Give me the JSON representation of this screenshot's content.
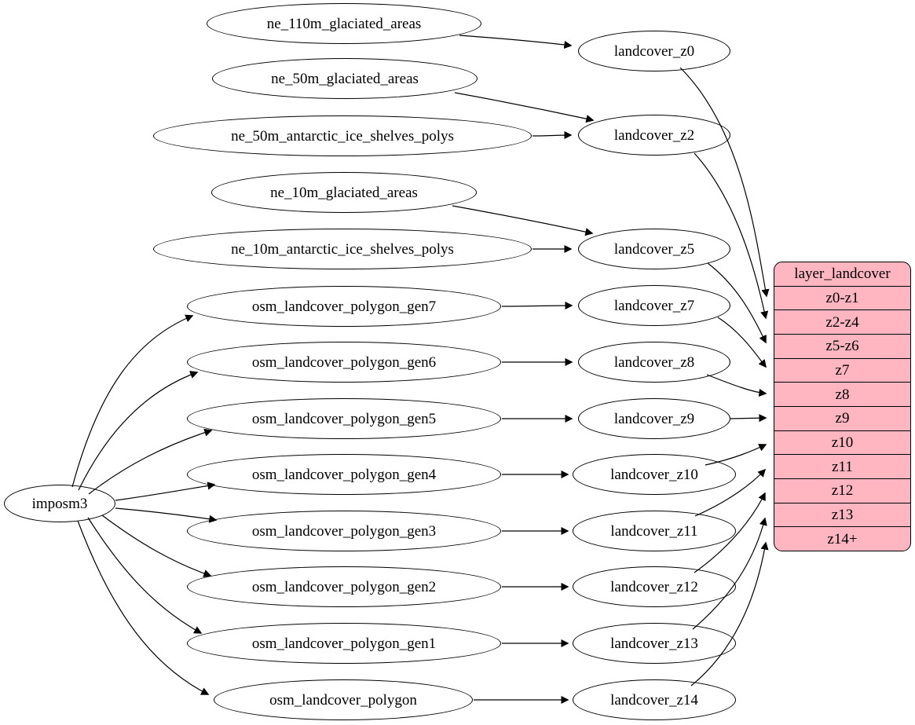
{
  "diagram": {
    "type": "dependency-graph",
    "root_node": {
      "label": "imposm3"
    },
    "source_nodes": [
      "ne_110m_glaciated_areas",
      "ne_50m_glaciated_areas",
      "ne_50m_antarctic_ice_shelves_polys",
      "ne_10m_glaciated_areas",
      "ne_10m_antarctic_ice_shelves_polys",
      "osm_landcover_polygon_gen7",
      "osm_landcover_polygon_gen6",
      "osm_landcover_polygon_gen5",
      "osm_landcover_polygon_gen4",
      "osm_landcover_polygon_gen3",
      "osm_landcover_polygon_gen2",
      "osm_landcover_polygon_gen1",
      "osm_landcover_polygon"
    ],
    "intermediate_nodes": [
      "landcover_z0",
      "landcover_z2",
      "landcover_z5",
      "landcover_z7",
      "landcover_z8",
      "landcover_z9",
      "landcover_z10",
      "landcover_z11",
      "landcover_z12",
      "landcover_z13",
      "landcover_z14"
    ],
    "table": {
      "header": "layer_landcover",
      "rows": [
        "z0-z1",
        "z2-z4",
        "z5-z6",
        "z7",
        "z8",
        "z9",
        "z10",
        "z11",
        "z12",
        "z13",
        "z14+"
      ]
    },
    "edges": [
      {
        "from": "imposm3",
        "to": "osm_landcover_polygon_gen7"
      },
      {
        "from": "imposm3",
        "to": "osm_landcover_polygon_gen6"
      },
      {
        "from": "imposm3",
        "to": "osm_landcover_polygon_gen5"
      },
      {
        "from": "imposm3",
        "to": "osm_landcover_polygon_gen4"
      },
      {
        "from": "imposm3",
        "to": "osm_landcover_polygon_gen3"
      },
      {
        "from": "imposm3",
        "to": "osm_landcover_polygon_gen2"
      },
      {
        "from": "imposm3",
        "to": "osm_landcover_polygon_gen1"
      },
      {
        "from": "imposm3",
        "to": "osm_landcover_polygon"
      },
      {
        "from": "ne_110m_glaciated_areas",
        "to": "landcover_z0"
      },
      {
        "from": "ne_50m_glaciated_areas",
        "to": "landcover_z2"
      },
      {
        "from": "ne_50m_antarctic_ice_shelves_polys",
        "to": "landcover_z2"
      },
      {
        "from": "ne_10m_glaciated_areas",
        "to": "landcover_z5"
      },
      {
        "from": "ne_10m_antarctic_ice_shelves_polys",
        "to": "landcover_z5"
      },
      {
        "from": "osm_landcover_polygon_gen7",
        "to": "landcover_z7"
      },
      {
        "from": "osm_landcover_polygon_gen6",
        "to": "landcover_z8"
      },
      {
        "from": "osm_landcover_polygon_gen5",
        "to": "landcover_z9"
      },
      {
        "from": "osm_landcover_polygon_gen4",
        "to": "landcover_z10"
      },
      {
        "from": "osm_landcover_polygon_gen3",
        "to": "landcover_z11"
      },
      {
        "from": "osm_landcover_polygon_gen2",
        "to": "landcover_z12"
      },
      {
        "from": "osm_landcover_polygon_gen1",
        "to": "landcover_z13"
      },
      {
        "from": "osm_landcover_polygon",
        "to": "landcover_z14"
      },
      {
        "from": "landcover_z0",
        "to": "layer_landcover.z0-z1"
      },
      {
        "from": "landcover_z2",
        "to": "layer_landcover.z2-z4"
      },
      {
        "from": "landcover_z5",
        "to": "layer_landcover.z5-z6"
      },
      {
        "from": "landcover_z7",
        "to": "layer_landcover.z7"
      },
      {
        "from": "landcover_z8",
        "to": "layer_landcover.z8"
      },
      {
        "from": "landcover_z9",
        "to": "layer_landcover.z9"
      },
      {
        "from": "landcover_z10",
        "to": "layer_landcover.z10"
      },
      {
        "from": "landcover_z11",
        "to": "layer_landcover.z11"
      },
      {
        "from": "landcover_z12",
        "to": "layer_landcover.z12"
      },
      {
        "from": "landcover_z13",
        "to": "layer_landcover.z13"
      },
      {
        "from": "landcover_z14",
        "to": "layer_landcover.z14+"
      }
    ],
    "colors": {
      "table_fill": "#ffb6c1",
      "node_fill": "#ffffff",
      "stroke": "#000000",
      "background": "#ffffff"
    }
  }
}
